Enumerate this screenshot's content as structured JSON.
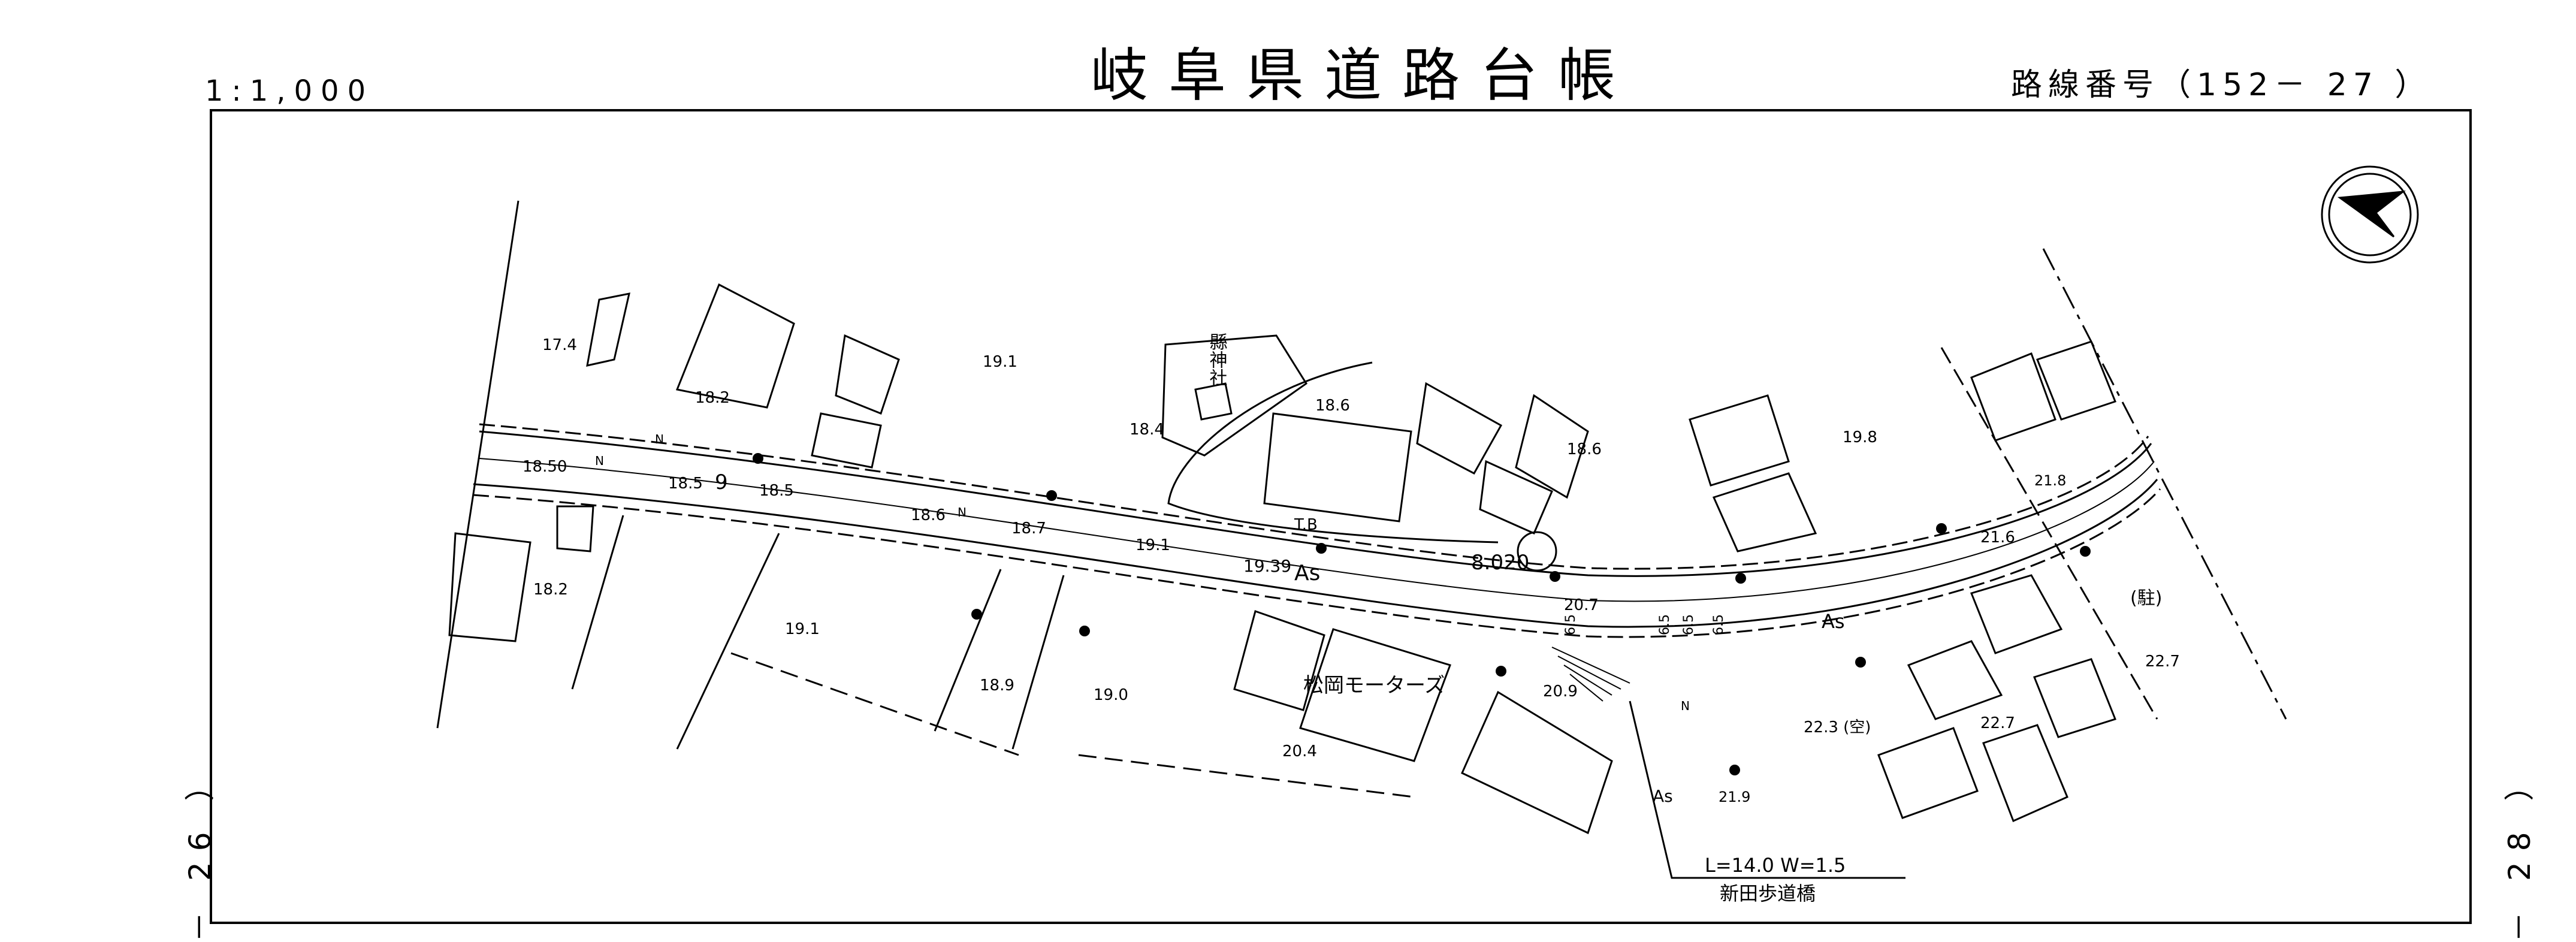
{
  "header": {
    "title": "岐阜県道路台帳",
    "scale": "1:1,000",
    "route_number": "路線番号（152－ 27 ）"
  },
  "sheet_links": {
    "left": "－ 26 ）",
    "right": "－ 28 ）"
  },
  "map_labels": {
    "elev_174": "17.4",
    "elev_182a": "18.2",
    "elev_191a": "19.1",
    "elev_184": "18.4",
    "elev_186a": "18.6",
    "elev_186b": "18.6",
    "elev_198": "19.8",
    "elev_1850": "18.50",
    "elev_185a": "18.5",
    "elev_185b": "18.5",
    "elev_186c": "18.6",
    "elev_187": "18.7",
    "elev_191b": "19.1",
    "elev_1939": "19.39",
    "elev_8020": "8.020",
    "elev_207": "20.7",
    "elev_216": "21.6",
    "elev_218": "21.8",
    "elev_182b": "18.2",
    "elev_191c": "19.1",
    "elev_189": "18.9",
    "elev_190": "19.0",
    "elev_204": "20.4",
    "elev_209": "20.9",
    "elev_223": "22.3 (空)",
    "elev_227a": "22.7",
    "elev_227b": "22.7",
    "elev_219": "21.9",
    "shrine": "縣神社",
    "tb": "T.B",
    "asphalt1": "As",
    "asphalt2": "As",
    "asphalt3": "As",
    "parking": "(駐)",
    "motors": "松岡モーターズ",
    "bridge_dims": "L=14.0  W=1.5",
    "bridge_name": "新田歩道橋",
    "nine": "9",
    "n1": "N",
    "n2": "N",
    "n3": "N",
    "n4": "N",
    "w1": "6.5",
    "w2": "6.5",
    "w3": "6.5",
    "w4": "6.5"
  }
}
